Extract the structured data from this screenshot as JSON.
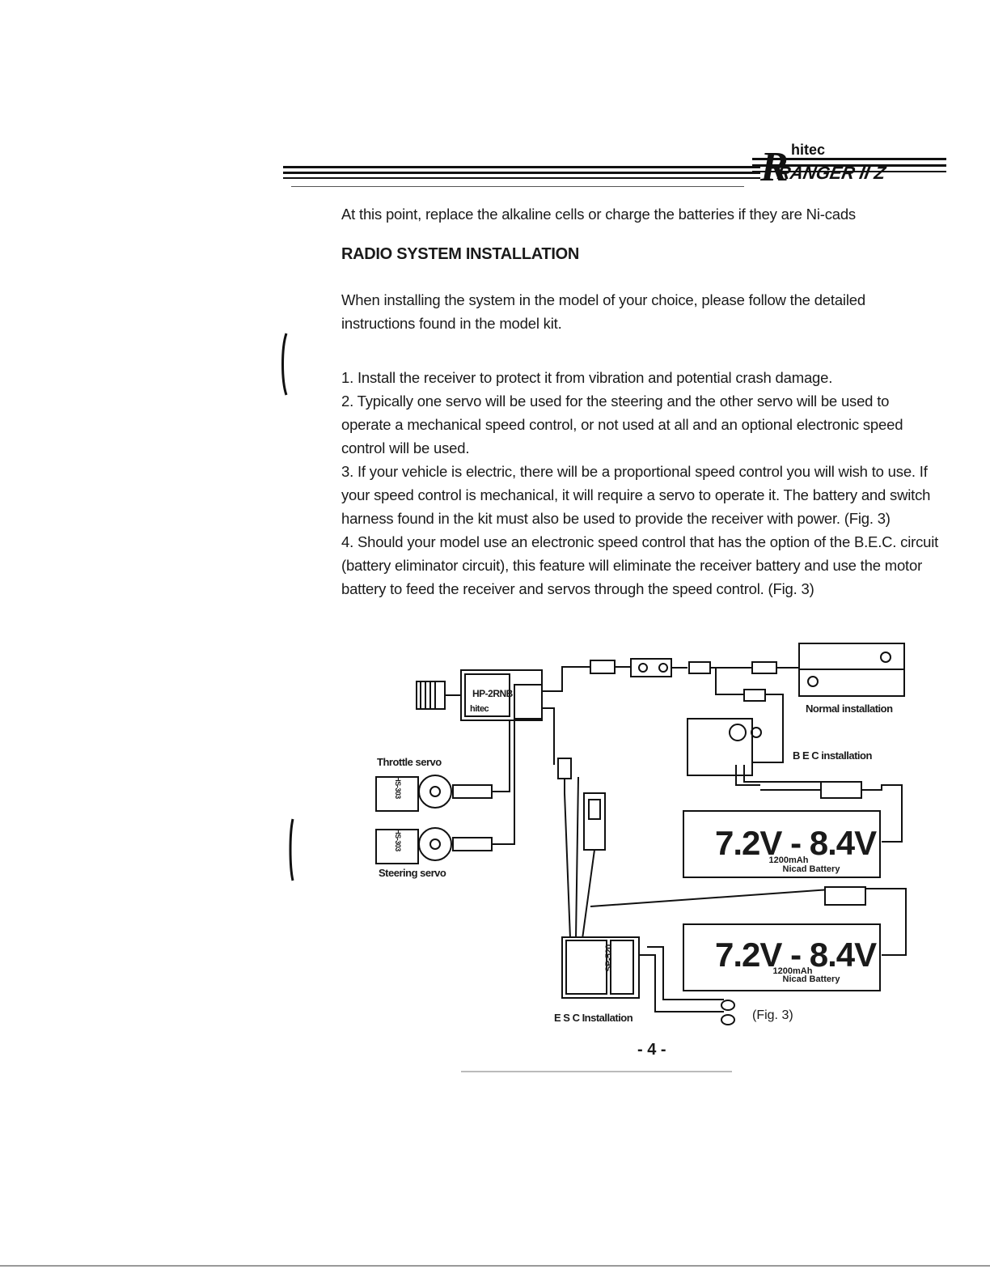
{
  "header": {
    "logo_brand": "hitec",
    "logo_model": "RANGER II Z"
  },
  "intro": "At this point, replace the alkaline cells or charge the batteries if they are Ni-cads",
  "section_title": "RADIO SYSTEM INSTALLATION",
  "paragraph": "When installing the system in the model of your choice, please follow the detailed instructions found in the model kit.",
  "steps": [
    "1. Install the receiver to protect it from vibration and potential crash damage.",
    "2. Typically one servo will be used for the steering and the other servo will be used to operate a mechanical speed control, or not used at all and an optional electronic speed control will be used.",
    "3. If your vehicle is electric, there will be a proportional speed control you will wish to use. If your speed control is mechanical, it will require a servo to operate it. The battery and switch harness found in the kit must also be used to provide the receiver with power. (Fig. 3)",
    "4. Should your model use an electronic speed control that has the option  of the B.E.C. circuit (battery eliminator circuit), this feature will eliminate the receiver battery and use the motor battery to feed the receiver and servos through the speed control. (Fig. 3)"
  ],
  "diagram": {
    "receiver_model": "HP-2RNB",
    "receiver_brand": "hitec",
    "throttle_servo_label": "Throttle servo",
    "steering_servo_label": "Steering servo",
    "servo_model": "HS-303",
    "normal_install_label": "Normal installation",
    "bec_install_label": "B E C installation",
    "esc_install_label": "E S C Installation",
    "esc_model": "SP-520",
    "battery_top": {
      "voltage": "7.2V - 8.4V",
      "capacity": "1200mAh",
      "type": "Nicad Battery"
    },
    "battery_bottom": {
      "voltage": "7.2V - 8.4V",
      "capacity": "1200mAh",
      "type": "Nicad Battery"
    },
    "figure_caption": "(Fig. 3)"
  },
  "page_number": "- 4 -"
}
